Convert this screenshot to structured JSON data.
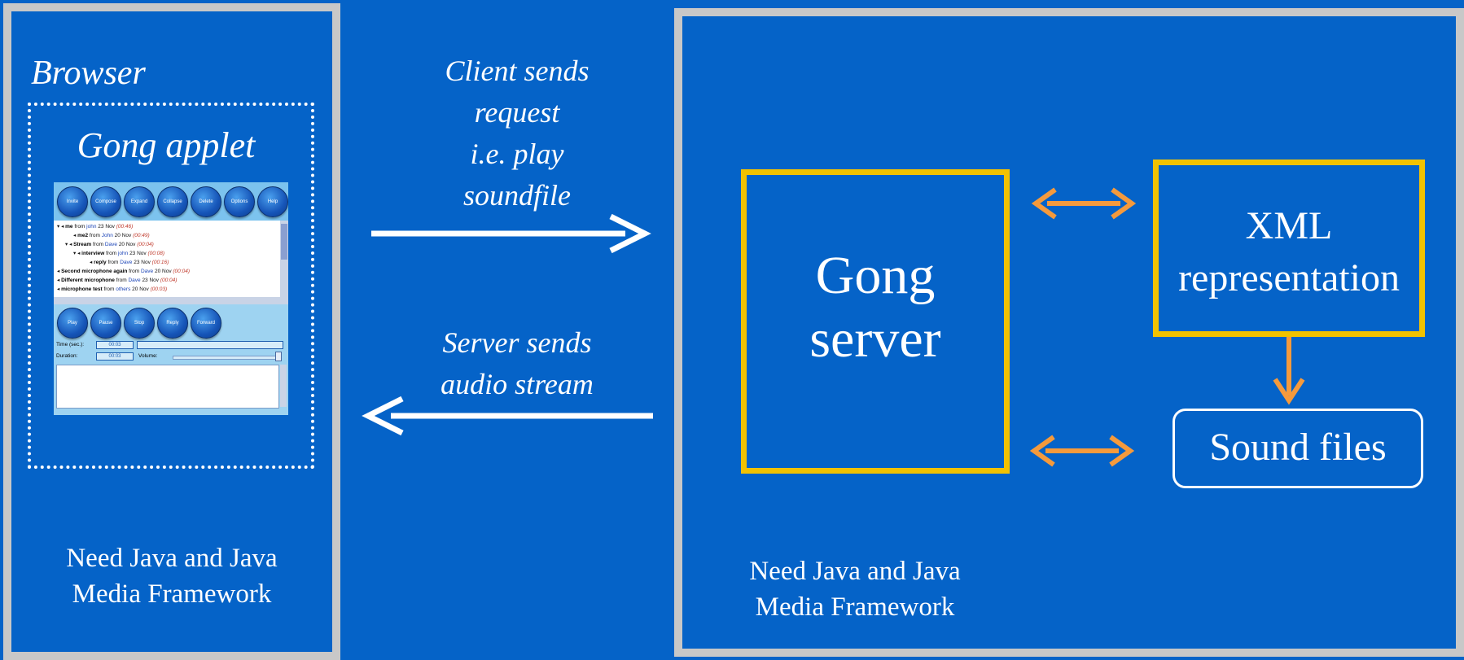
{
  "browser_panel": {
    "title": "Browser",
    "applet_title": "Gong applet",
    "requirement_line1": "Need Java and Java",
    "requirement_line2": "Media Framework"
  },
  "applet": {
    "toolbar_buttons": [
      "Invite",
      "Compose",
      "Expand",
      "Collapse",
      "Delete",
      "Options",
      "Help"
    ],
    "messages": [
      {
        "title": "me",
        "from": "from",
        "who": "john",
        "date": "23 Nov",
        "dur": "(00:46)"
      },
      {
        "title": "me2",
        "from": "from",
        "who": "John",
        "date": "20 Nov",
        "dur": "(00:49)"
      },
      {
        "title": "Stream",
        "from": "from",
        "who": "Dave",
        "date": "20 Nov",
        "dur": "(00:04)"
      },
      {
        "title": "interview",
        "from": "from",
        "who": "john",
        "date": "23 Nov",
        "dur": "(00:08)"
      },
      {
        "title": "reply",
        "from": "from",
        "who": "Dave",
        "date": "23 Nov",
        "dur": "(00:16)"
      },
      {
        "title": "Second microphone again",
        "from": "from",
        "who": "Dave",
        "date": "20 Nov",
        "dur": "(00:04)"
      },
      {
        "title": "Different microphone",
        "from": "from",
        "who": "Dave",
        "date": "23 Nov",
        "dur": "(00:04)"
      },
      {
        "title": "microphone test",
        "from": "from",
        "who": "others",
        "date": "20 Nov",
        "dur": "(00:03)"
      }
    ],
    "player_buttons": [
      "Play",
      "Pause",
      "Stop",
      "Reply",
      "Forward"
    ],
    "time_label": "Time (sec.):",
    "time_value": "00:03",
    "duration_label": "Duration:",
    "duration_value": "00:03",
    "volume_label": "Volume:"
  },
  "arrows": {
    "request_line1": "Client sends",
    "request_line2": "request",
    "request_line3": "i.e. play",
    "request_line4": "soundfile",
    "response_line1": "Server sends",
    "response_line2": "audio stream"
  },
  "server_panel": {
    "gong_line1": "Gong",
    "gong_line2": "server",
    "xml_line1": "XML",
    "xml_line2": "representation",
    "sound_files": "Sound files",
    "requirement_line1": "Need Java and Java",
    "requirement_line2": "Media Framework"
  },
  "colors": {
    "background": "#0563c8",
    "panel_border": "#c8c8c8",
    "gold": "#f2c200",
    "orange_arrow": "#f59a3c",
    "white": "#ffffff"
  }
}
